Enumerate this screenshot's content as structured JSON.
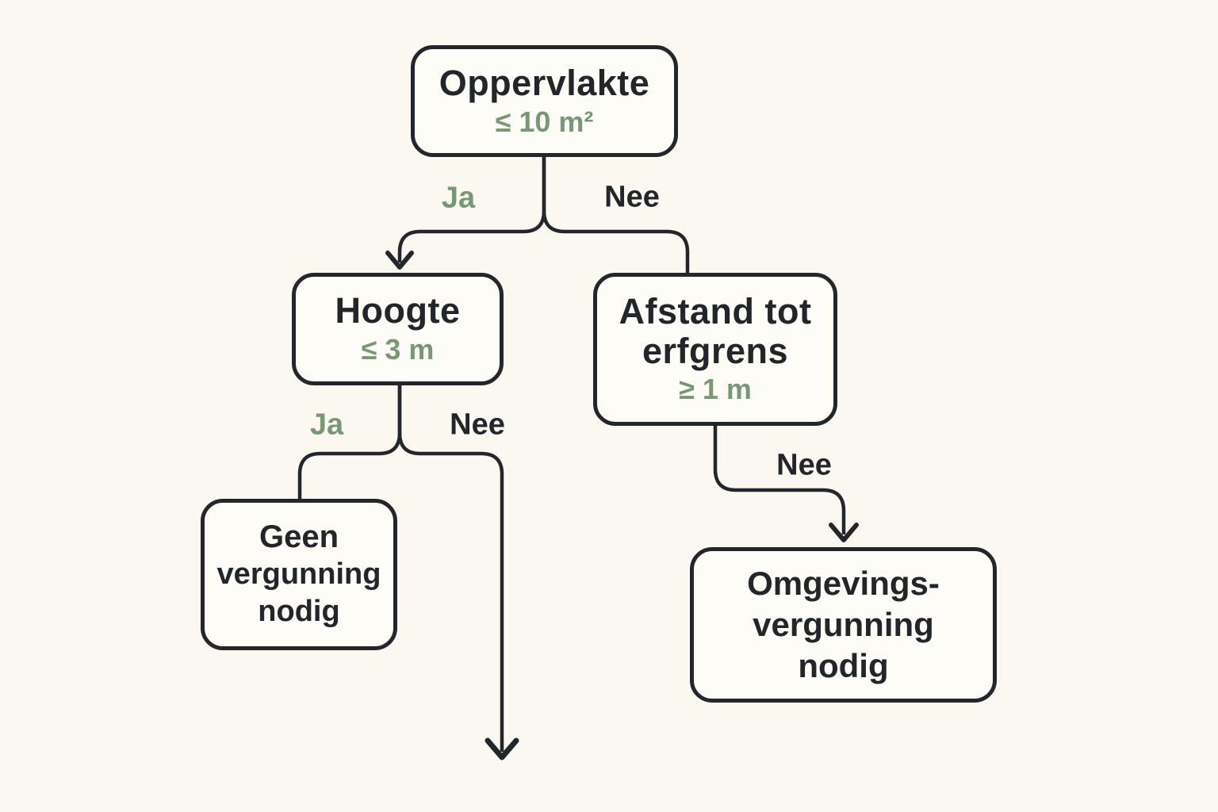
{
  "page": {
    "colors": {
      "bg": "#faf8f1",
      "ink": "#22262a",
      "line": "#23272b",
      "green": "#7a9775",
      "box_fill": "#fdfcf6"
    }
  },
  "diagram": {
    "type": "decision-flowchart",
    "language": "nl",
    "nodes": [
      {
        "id": "oppervlakte",
        "title": "Oppervlakte",
        "constraint": "≤ 10 m²"
      },
      {
        "id": "hoogte",
        "title": "Hoogte",
        "constraint": "≤ 3 m"
      },
      {
        "id": "afstand",
        "title_line1": "Afstand tot",
        "title_line2": "erfgrens",
        "constraint": "≥ 1 m"
      },
      {
        "id": "geen-vergunning",
        "line1": "Geen",
        "line2": "vergunning",
        "line3": "nodig"
      },
      {
        "id": "omgevingsvergunning",
        "line1": "Omgevings-",
        "line2": "vergunning",
        "line3": "nodig"
      }
    ],
    "edges": [
      {
        "from": "oppervlakte",
        "to": "hoogte",
        "label": "Ja",
        "arrowhead": true
      },
      {
        "from": "oppervlakte",
        "to": "afstand",
        "label": "Nee",
        "arrowhead": false
      },
      {
        "from": "hoogte",
        "to": "geen-vergunning",
        "label": "Ja",
        "arrowhead": false
      },
      {
        "from": "hoogte",
        "to": "off-canvas-bottom",
        "label": "Nee",
        "arrowhead": true
      },
      {
        "from": "afstand",
        "to": "omgevingsvergunning",
        "label": "Nee",
        "arrowhead": true
      }
    ]
  }
}
